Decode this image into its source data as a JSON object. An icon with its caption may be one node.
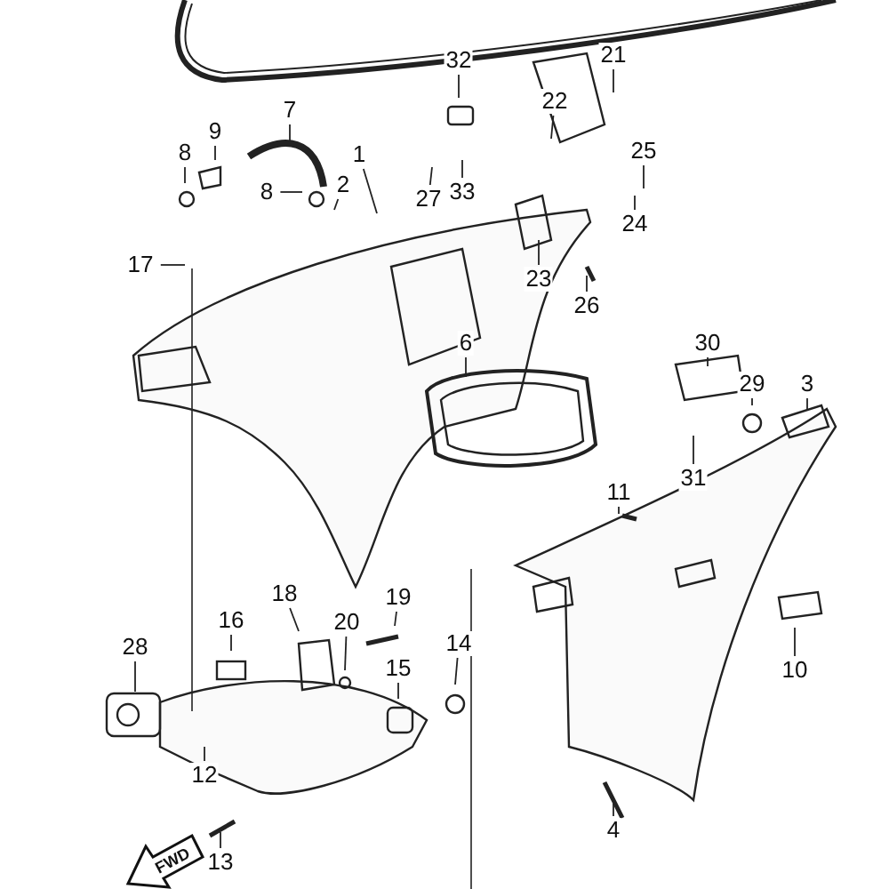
{
  "diagram": {
    "nodes": [
      {
        "text": [
          "21"
        ]
      },
      {
        "text": [
          "32"
        ]
      },
      {
        "text": [
          "22"
        ]
      },
      {
        "text": [
          "7"
        ]
      },
      {
        "text": [
          "9"
        ]
      },
      {
        "text": [
          "8"
        ]
      },
      {
        "text": [
          "1"
        ]
      },
      {
        "text": [
          "25"
        ]
      },
      {
        "text": [
          "27"
        ]
      },
      {
        "text": [
          "33"
        ]
      },
      {
        "text": [
          "8"
        ]
      },
      {
        "text": [
          "2"
        ]
      },
      {
        "text": [
          "24"
        ]
      },
      {
        "text": [
          "17"
        ]
      },
      {
        "text": [
          "23"
        ]
      },
      {
        "text": [
          "26"
        ]
      },
      {
        "text": [
          "6"
        ]
      },
      {
        "text": [
          "30"
        ]
      },
      {
        "text": [
          "29"
        ]
      },
      {
        "text": [
          "3"
        ]
      },
      {
        "text": [
          "31"
        ]
      },
      {
        "text": [
          "11"
        ]
      },
      {
        "text": [
          "18"
        ]
      },
      {
        "text": [
          "16"
        ]
      },
      {
        "text": [
          "20"
        ]
      },
      {
        "text": [
          "19"
        ]
      },
      {
        "text": [
          "28"
        ]
      },
      {
        "text": [
          "14"
        ]
      },
      {
        "text": [
          "15"
        ]
      },
      {
        "text": [
          "10"
        ]
      },
      {
        "text": [
          "12"
        ]
      },
      {
        "text": [
          "4"
        ]
      },
      {
        "text": [
          "13"
        ]
      }
    ],
    "edges": [
      {
        "from": 0,
        "to": null,
        "arrow": "none"
      },
      {
        "from": 1,
        "to": null,
        "arrow": "none"
      },
      {
        "from": 2,
        "to": null,
        "arrow": "none"
      },
      {
        "from": 3,
        "to": null,
        "arrow": "none"
      },
      {
        "from": 4,
        "to": null,
        "arrow": "none"
      },
      {
        "from": 5,
        "to": null,
        "arrow": "none"
      },
      {
        "from": 6,
        "to": null,
        "arrow": "none"
      },
      {
        "from": 7,
        "to": null,
        "arrow": "none"
      },
      {
        "from": 8,
        "to": null,
        "arrow": "none"
      },
      {
        "from": 9,
        "to": null,
        "arrow": "none"
      },
      {
        "from": 10,
        "to": null,
        "arrow": "none"
      },
      {
        "from": 11,
        "to": null,
        "arrow": "none"
      },
      {
        "from": 12,
        "to": null,
        "arrow": "none"
      },
      {
        "from": 13,
        "to": null,
        "arrow": "none"
      },
      {
        "from": 14,
        "to": null,
        "arrow": "none"
      },
      {
        "from": 15,
        "to": null,
        "arrow": "none"
      },
      {
        "from": 16,
        "to": null,
        "arrow": "none"
      },
      {
        "from": 17,
        "to": null,
        "arrow": "none"
      },
      {
        "from": 18,
        "to": null,
        "arrow": "none"
      },
      {
        "from": 19,
        "to": null,
        "arrow": "none"
      },
      {
        "from": 20,
        "to": null,
        "arrow": "none"
      },
      {
        "from": 21,
        "to": null,
        "arrow": "none"
      },
      {
        "from": 22,
        "to": null,
        "arrow": "none"
      },
      {
        "from": 23,
        "to": null,
        "arrow": "none"
      },
      {
        "from": 24,
        "to": null,
        "arrow": "none"
      },
      {
        "from": 25,
        "to": null,
        "arrow": "none"
      },
      {
        "from": 26,
        "to": null,
        "arrow": "none"
      },
      {
        "from": 27,
        "to": null,
        "arrow": "none"
      },
      {
        "from": 28,
        "to": null,
        "arrow": "none"
      },
      {
        "from": 29,
        "to": null,
        "arrow": "none"
      },
      {
        "from": 30,
        "to": null,
        "arrow": "none"
      },
      {
        "from": 31,
        "to": null,
        "arrow": "none"
      },
      {
        "from": 32,
        "to": null,
        "arrow": "none"
      }
    ],
    "labels": [
      "FWD"
    ]
  }
}
